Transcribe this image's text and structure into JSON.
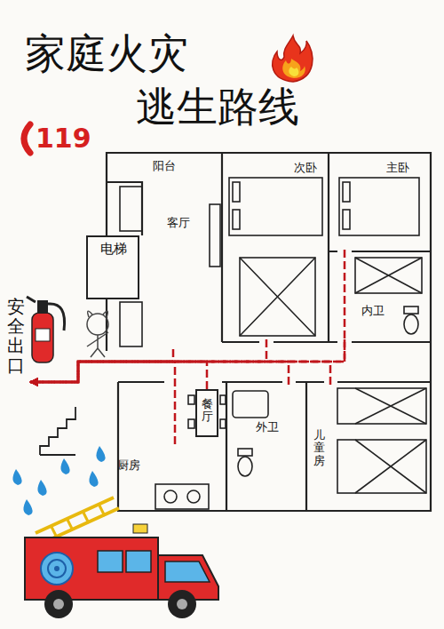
{
  "diagram": {
    "title": "家庭火灾 逃生路线",
    "nodes": [
      {
        "text": [
          "阳台"
        ]
      },
      {
        "text": [
          "电梯"
        ]
      },
      {
        "text": [
          "客厅"
        ]
      },
      {
        "text": [
          "次卧"
        ]
      },
      {
        "text": [
          "主卧"
        ]
      },
      {
        "text": [
          "内卫"
        ]
      },
      {
        "text": [
          "安全出口"
        ]
      },
      {
        "text": [
          "餐厅"
        ]
      },
      {
        "text": [
          "外卫"
        ]
      },
      {
        "text": [
          "厨房"
        ]
      },
      {
        "text": [
          "儿童房"
        ]
      }
    ],
    "edges": [
      {
        "from": 2,
        "to": 6,
        "arrow": "to"
      },
      {
        "from": 3,
        "to": 6,
        "arrow": "to"
      },
      {
        "from": 4,
        "to": 6,
        "arrow": "to"
      },
      {
        "from": 5,
        "to": 6,
        "arrow": "to"
      },
      {
        "from": 7,
        "to": 6,
        "arrow": "to"
      },
      {
        "from": 8,
        "to": 6,
        "arrow": "to"
      },
      {
        "from": 9,
        "to": 6,
        "arrow": "to"
      },
      {
        "from": 10,
        "to": 6,
        "arrow": "to"
      }
    ],
    "labels": [
      "119"
    ]
  }
}
